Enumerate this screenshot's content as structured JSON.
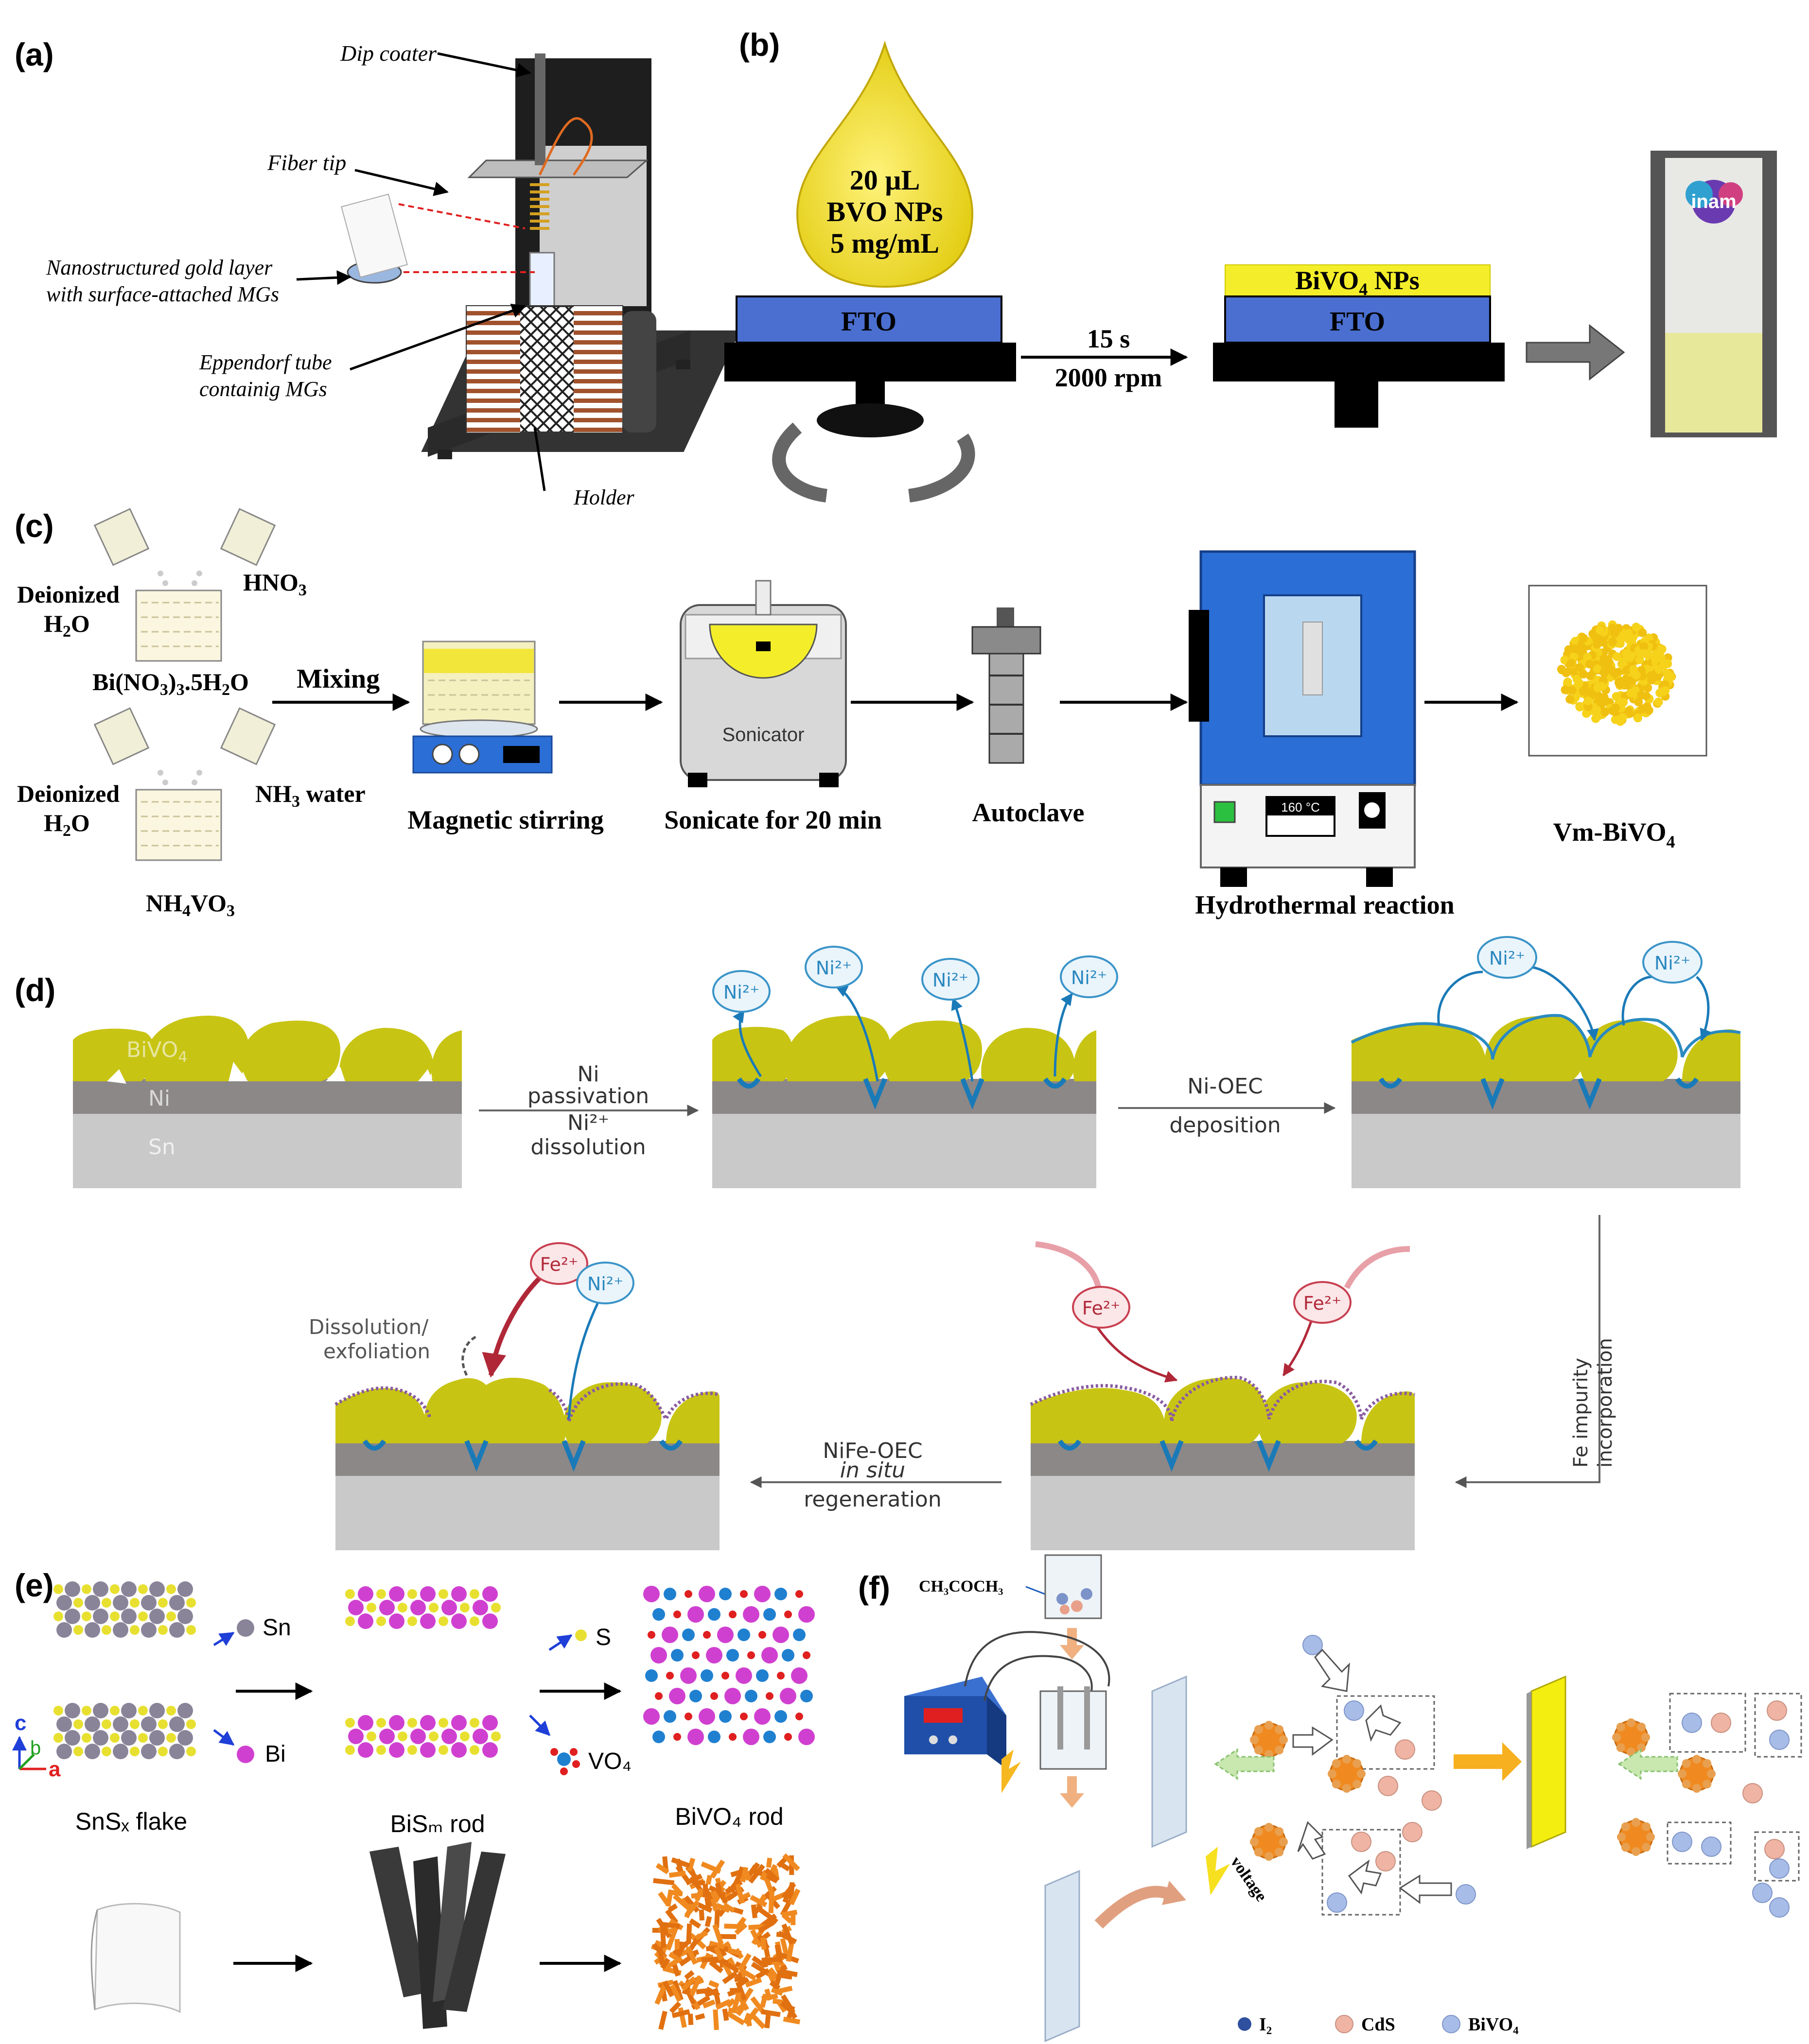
{
  "panels": {
    "a": {
      "label": "(a)",
      "dip_coater": "Dip coater",
      "fiber_tip": "Fiber tip",
      "gold_layer_1": "Nanostructured gold layer",
      "gold_layer_2": "with surface-attached MGs",
      "tube_1": "Eppendorf tube",
      "tube_2": "containig MGs",
      "holder": "Holder"
    },
    "b": {
      "label": "(b)",
      "drop_1": "20 µL",
      "drop_2": "BVO NPs",
      "drop_3": "5 mg/mL",
      "fto": "FTO",
      "time": "15 s",
      "speed": "2000 rpm",
      "film": "BiVO",
      "film_sub": "4",
      "film_suffix": " NPs",
      "fto_2": "FTO",
      "logo": "inam"
    },
    "c": {
      "label": "(c)",
      "deionized": "Deionized",
      "h2o": "H",
      "h2o_sub": "2",
      "h2o_end": "O",
      "hno3": "HNO",
      "hno3_sub": "3",
      "bi_salt": "Bi(NO",
      "bi_sub1": "3",
      "bi_mid": ")",
      "bi_sub2": "3",
      "bi_end": ".5H",
      "bi_sub3": "2",
      "bi_o": "O",
      "mixing": "Mixing",
      "deionized_2": "Deionized",
      "nh3": "NH",
      "nh3_sub": "3",
      "nh3_end": " water",
      "nh4vo3_a": "NH",
      "nh4vo3_s1": "4",
      "nh4vo3_b": "VO",
      "nh4vo3_s2": "3",
      "magnetic": "Magnetic stirring",
      "sonicator": "Sonicator",
      "sonicate": "Sonicate for 20 min",
      "autoclave": "Autoclave",
      "oven_display": "160 °C",
      "hydro": "Hydrothermal reaction",
      "product": "Vm-BiVO",
      "product_sub": "4"
    },
    "d": {
      "label": "(d)",
      "bivo4": "BiVO",
      "bivo4_sub": "4",
      "ni": "Ni",
      "sn": "Sn",
      "step1_a": "Ni",
      "step1_b": "passivation",
      "step1_c": "Ni²⁺",
      "step1_d": "dissolution",
      "step2_a": "Ni-OEC",
      "step2_b": "deposition",
      "step3_a": "Fe impurity",
      "step3_b": "incorporation",
      "step4_a": "NiFe-OEC",
      "step4_b": "in situ",
      "step4_c": "regeneration",
      "dissolution_a": "Dissolution/",
      "dissolution_b": "exfoliation",
      "ni_ion": "Ni²⁺",
      "fe_ion": "Fe²⁺"
    },
    "e": {
      "label": "(e)",
      "sn": "Sn",
      "bi": "Bi",
      "s": "S",
      "vo4": "VO₄",
      "axis_c": "c",
      "axis_b": "b",
      "axis_a": "a",
      "snsx": "SnSₓ flake",
      "bism": "BiSₘ rod",
      "bivo4_rod": "BiVO₄ rod"
    },
    "f": {
      "label": "(f)",
      "acetone": "CH₃COCH₃",
      "voltage": "voltage",
      "legend_i2": "I₂",
      "legend_cds": "CdS",
      "legend_bivo4": "BiVO₄"
    }
  },
  "colors": {
    "fto_blue": "#4a6fd0",
    "bivo4_yellow": "#f4ee2a",
    "ni_blue": "#2a8ac0",
    "fe_red": "#d04050",
    "bivo4_green_yellow": "#c8c414",
    "sn_grey": "#c8c8c8",
    "ni_grey": "#8c8888",
    "oven_blue": "#2a6ed6"
  }
}
